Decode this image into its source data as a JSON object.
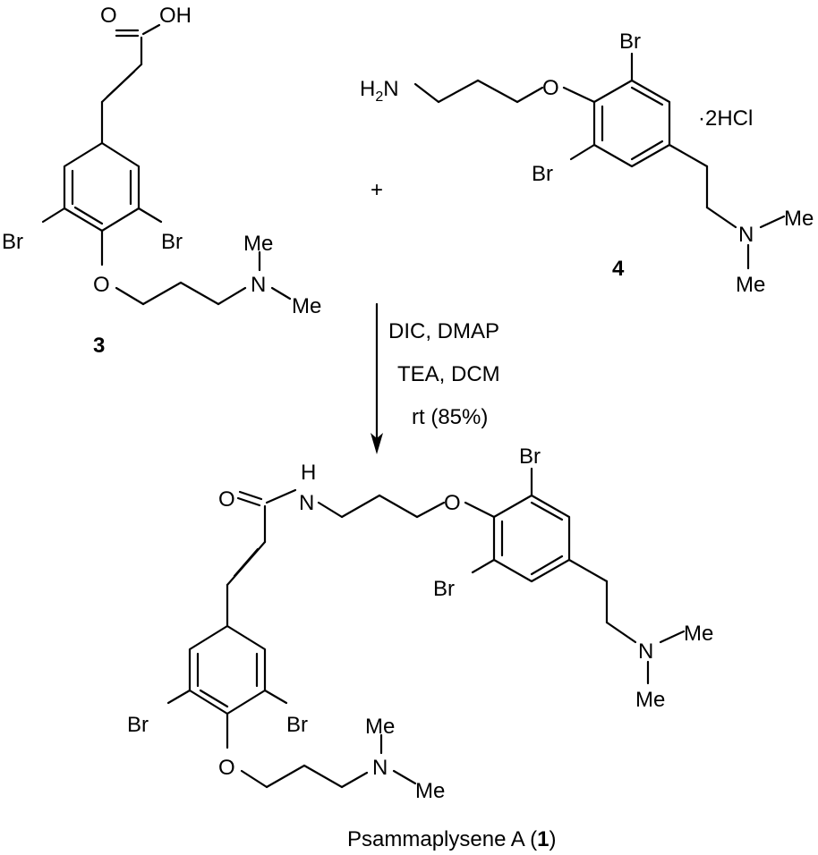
{
  "compound3": {
    "label": "3",
    "atoms": {
      "o_carbonyl": "O",
      "oh": "OH",
      "br_left": "Br",
      "br_right": "Br",
      "o_ether": "O",
      "n": "N",
      "me_top": "Me",
      "me_bottom": "Me"
    }
  },
  "plus_sign": "+",
  "compound4": {
    "label": "4",
    "salt": "·2HCl",
    "atoms": {
      "h2": "H",
      "h2_sub": "2",
      "n_amine": "N",
      "o_ether": "O",
      "br_top": "Br",
      "br_bottom": "Br",
      "n": "N",
      "me_top": "Me",
      "me_bottom": "Me"
    }
  },
  "conditions": [
    "DIC, DMAP",
    "TEA, DCM",
    "rt (85%)"
  ],
  "product": {
    "name": "Psammaplysene A (",
    "number": "1",
    "close": ")",
    "atoms": {
      "o_carbonyl": "O",
      "h": "H",
      "n_amide": "N",
      "o_ether_right": "O",
      "br_top": "Br",
      "br_left_ring": "Br",
      "n_right": "N",
      "me_right_top": "Me",
      "me_right_bottom": "Me",
      "br_left": "Br",
      "br_right": "Br",
      "o_ether_bottom": "O",
      "n_bottom": "N",
      "me_bottom_top": "Me",
      "me_bottom_bottom": "Me"
    }
  }
}
